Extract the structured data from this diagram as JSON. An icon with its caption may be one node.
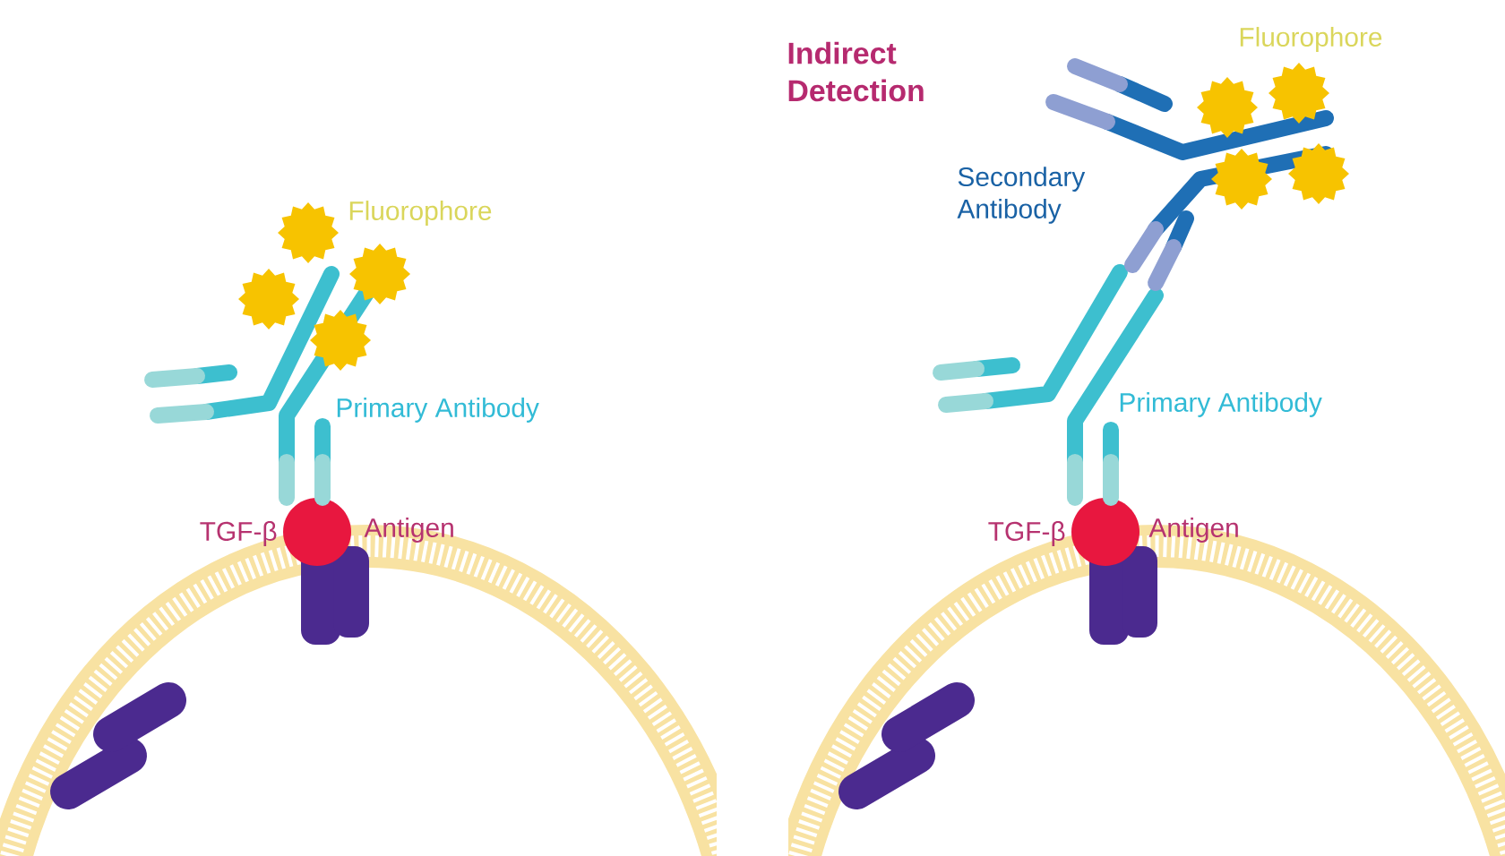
{
  "diagram": {
    "labels": [
      "Fluorophore",
      "Primary Antibody",
      "TGF-β",
      "Antigen",
      "Indirect Detection",
      "Fluorophore",
      "Secondary Antibody",
      "Primary Antibody",
      "TGF-β",
      "Antigen"
    ]
  }
}
